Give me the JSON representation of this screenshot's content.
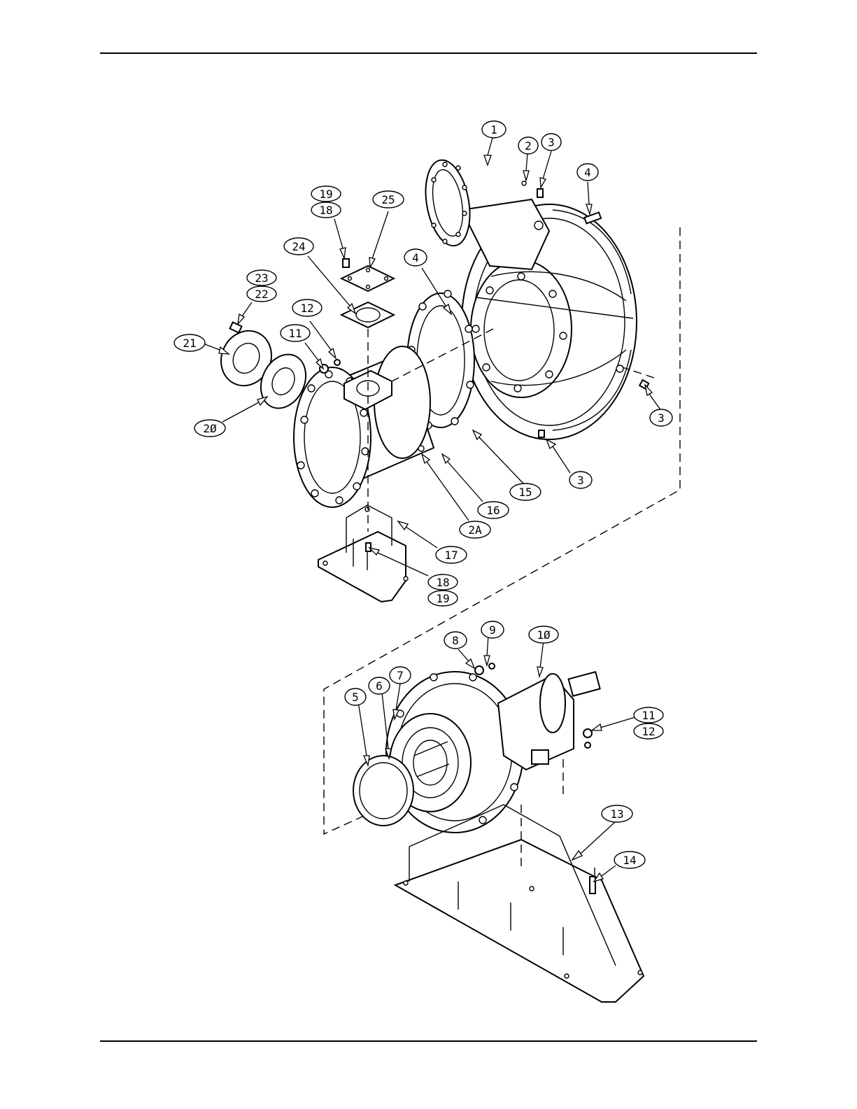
{
  "callouts": [
    {
      "id": "c1",
      "label": "1"
    },
    {
      "id": "c2",
      "label": "2"
    },
    {
      "id": "c3a",
      "label": "3"
    },
    {
      "id": "c4a",
      "label": "4"
    },
    {
      "id": "c19a",
      "label": "19"
    },
    {
      "id": "c18a",
      "label": "18"
    },
    {
      "id": "c25",
      "label": "25"
    },
    {
      "id": "c24",
      "label": "24"
    },
    {
      "id": "c4b",
      "label": "4"
    },
    {
      "id": "c23",
      "label": "23"
    },
    {
      "id": "c22",
      "label": "22"
    },
    {
      "id": "c12a",
      "label": "12"
    },
    {
      "id": "c11a",
      "label": "11"
    },
    {
      "id": "c21",
      "label": "21"
    },
    {
      "id": "c20",
      "label": "2Ø"
    },
    {
      "id": "c3b",
      "label": "3"
    },
    {
      "id": "c3c",
      "label": "3"
    },
    {
      "id": "c15",
      "label": "15"
    },
    {
      "id": "c16",
      "label": "16"
    },
    {
      "id": "c2A",
      "label": "2A"
    },
    {
      "id": "c17",
      "label": "17"
    },
    {
      "id": "c18b",
      "label": "18"
    },
    {
      "id": "c19b",
      "label": "19"
    },
    {
      "id": "c9",
      "label": "9"
    },
    {
      "id": "c8",
      "label": "8"
    },
    {
      "id": "c10",
      "label": "1Ø"
    },
    {
      "id": "c7",
      "label": "7"
    },
    {
      "id": "c6",
      "label": "6"
    },
    {
      "id": "c5",
      "label": "5"
    },
    {
      "id": "c11b",
      "label": "11"
    },
    {
      "id": "c12b",
      "label": "12"
    },
    {
      "id": "c13",
      "label": "13"
    },
    {
      "id": "c14",
      "label": "14"
    }
  ]
}
